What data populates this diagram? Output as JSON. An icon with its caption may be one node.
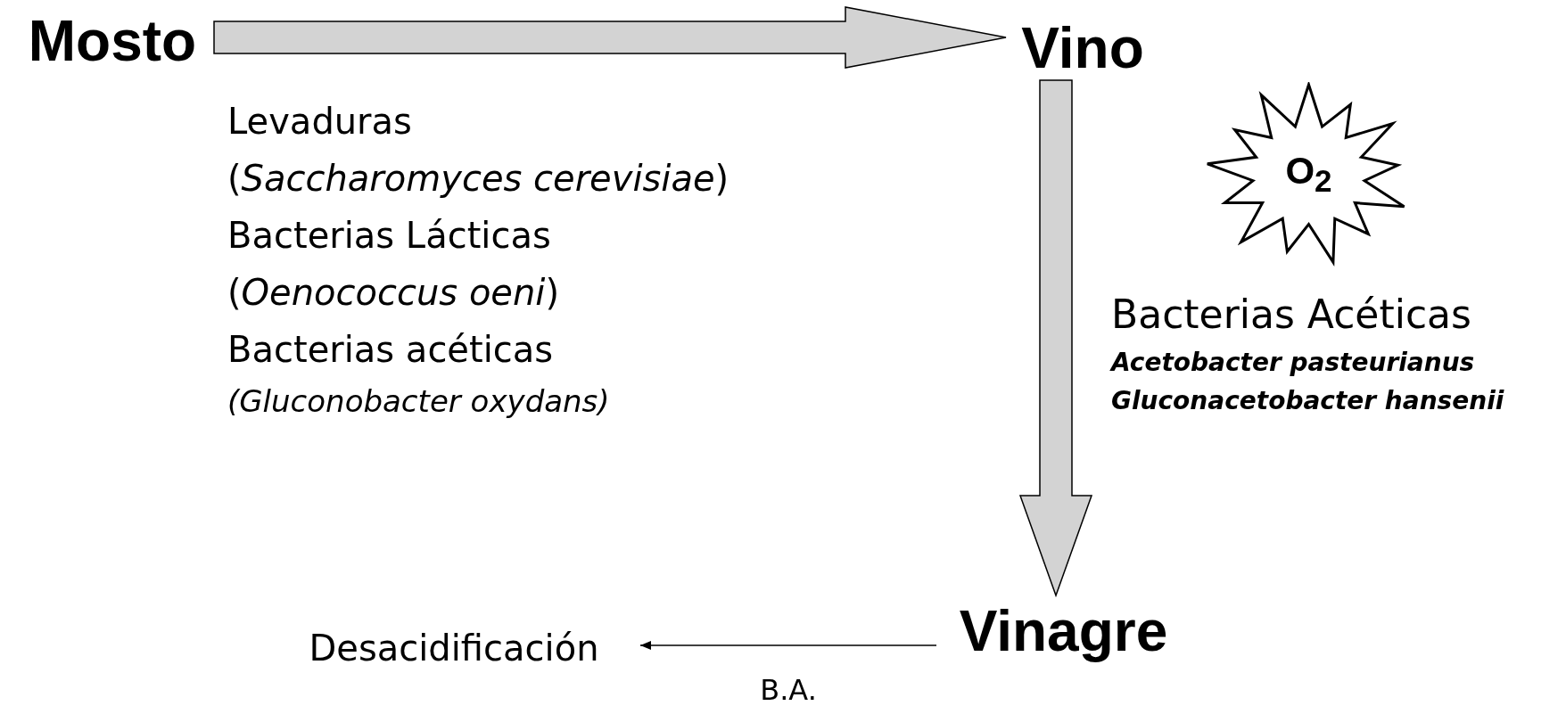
{
  "diagram": {
    "nodes": [
      {
        "text": [
          "Mosto"
        ]
      },
      {
        "text": [
          "Vino"
        ]
      },
      {
        "text": [
          "Vinagre"
        ]
      },
      {
        "text": [
          "Desacidificación"
        ]
      },
      {
        "text": [
          "O$_{2}$"
        ]
      }
    ],
    "edges": [
      {
        "from": 0,
        "to": 1,
        "arrow": "to",
        "style": "thick"
      },
      {
        "from": 1,
        "to": 2,
        "arrow": "to",
        "style": "thick"
      },
      {
        "from": 2,
        "to": 3,
        "arrow": "to",
        "label": "B.A."
      }
    ],
    "labels": [
      "Levaduras",
      "(*Saccharomyces cerevisiae*)",
      "Bacterias Lácticas",
      "(*Oenococcus oeni*)",
      "Bacterias acéticas",
      "(Gluconobacter oxydans)",
      "Bacterias Acéticas",
      "Acetobacter pasteurianus",
      "Gluconacetobacter hansenii"
    ]
  }
}
